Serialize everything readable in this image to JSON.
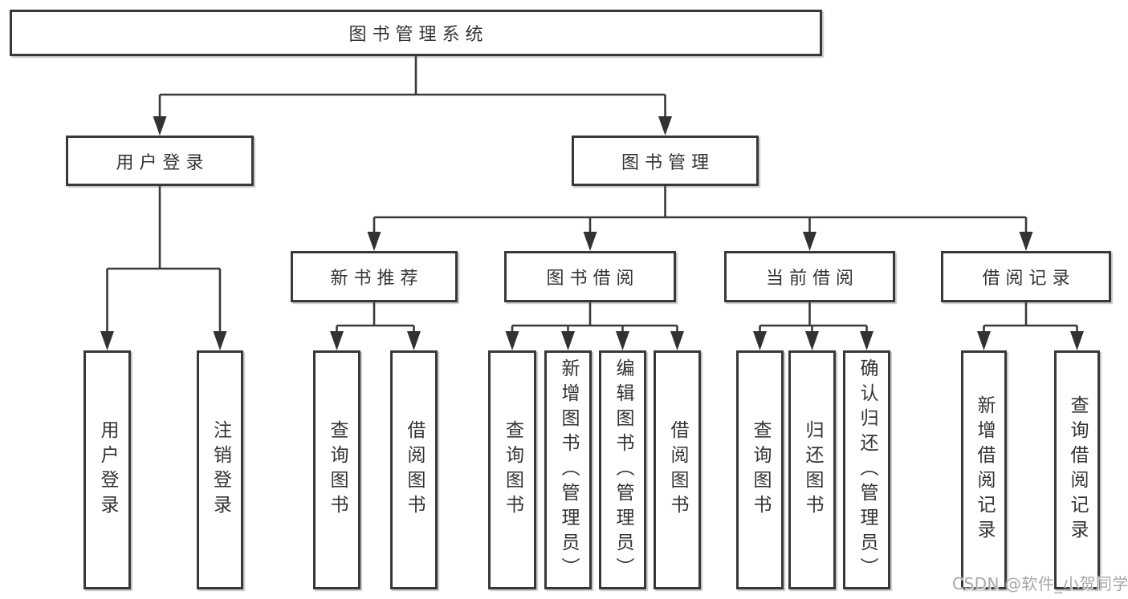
{
  "diagram": {
    "tree": {
      "label": "图书管理系统",
      "children": [
        {
          "label": "用户登录",
          "children": [
            {
              "label": "用户登录"
            },
            {
              "label": "注销登录"
            }
          ]
        },
        {
          "label": "图书管理",
          "children": [
            {
              "label": "新书推荐",
              "children": [
                {
                  "label": "查询图书"
                },
                {
                  "label": "借阅图书"
                }
              ]
            },
            {
              "label": "图书借阅",
              "children": [
                {
                  "label": "查询图书"
                },
                {
                  "label": "新增图书（管理员）"
                },
                {
                  "label": "编辑图书（管理员）"
                },
                {
                  "label": "借阅图书"
                }
              ]
            },
            {
              "label": "当前借阅",
              "children": [
                {
                  "label": "查询图书"
                },
                {
                  "label": "归还图书"
                },
                {
                  "label": "确认归还（管理员）"
                }
              ]
            },
            {
              "label": "借阅记录",
              "children": [
                {
                  "label": "新增借阅记录"
                },
                {
                  "label": "查询借阅记录"
                }
              ]
            }
          ]
        }
      ]
    },
    "colors": {
      "line": "#3a3a3a",
      "box_border": "#383838",
      "text": "#333333",
      "background": "#ffffff",
      "watermark_text_color": "#a8a8a8"
    }
  },
  "watermark": {
    "text": "CSDN @软件_小贺同学"
  }
}
